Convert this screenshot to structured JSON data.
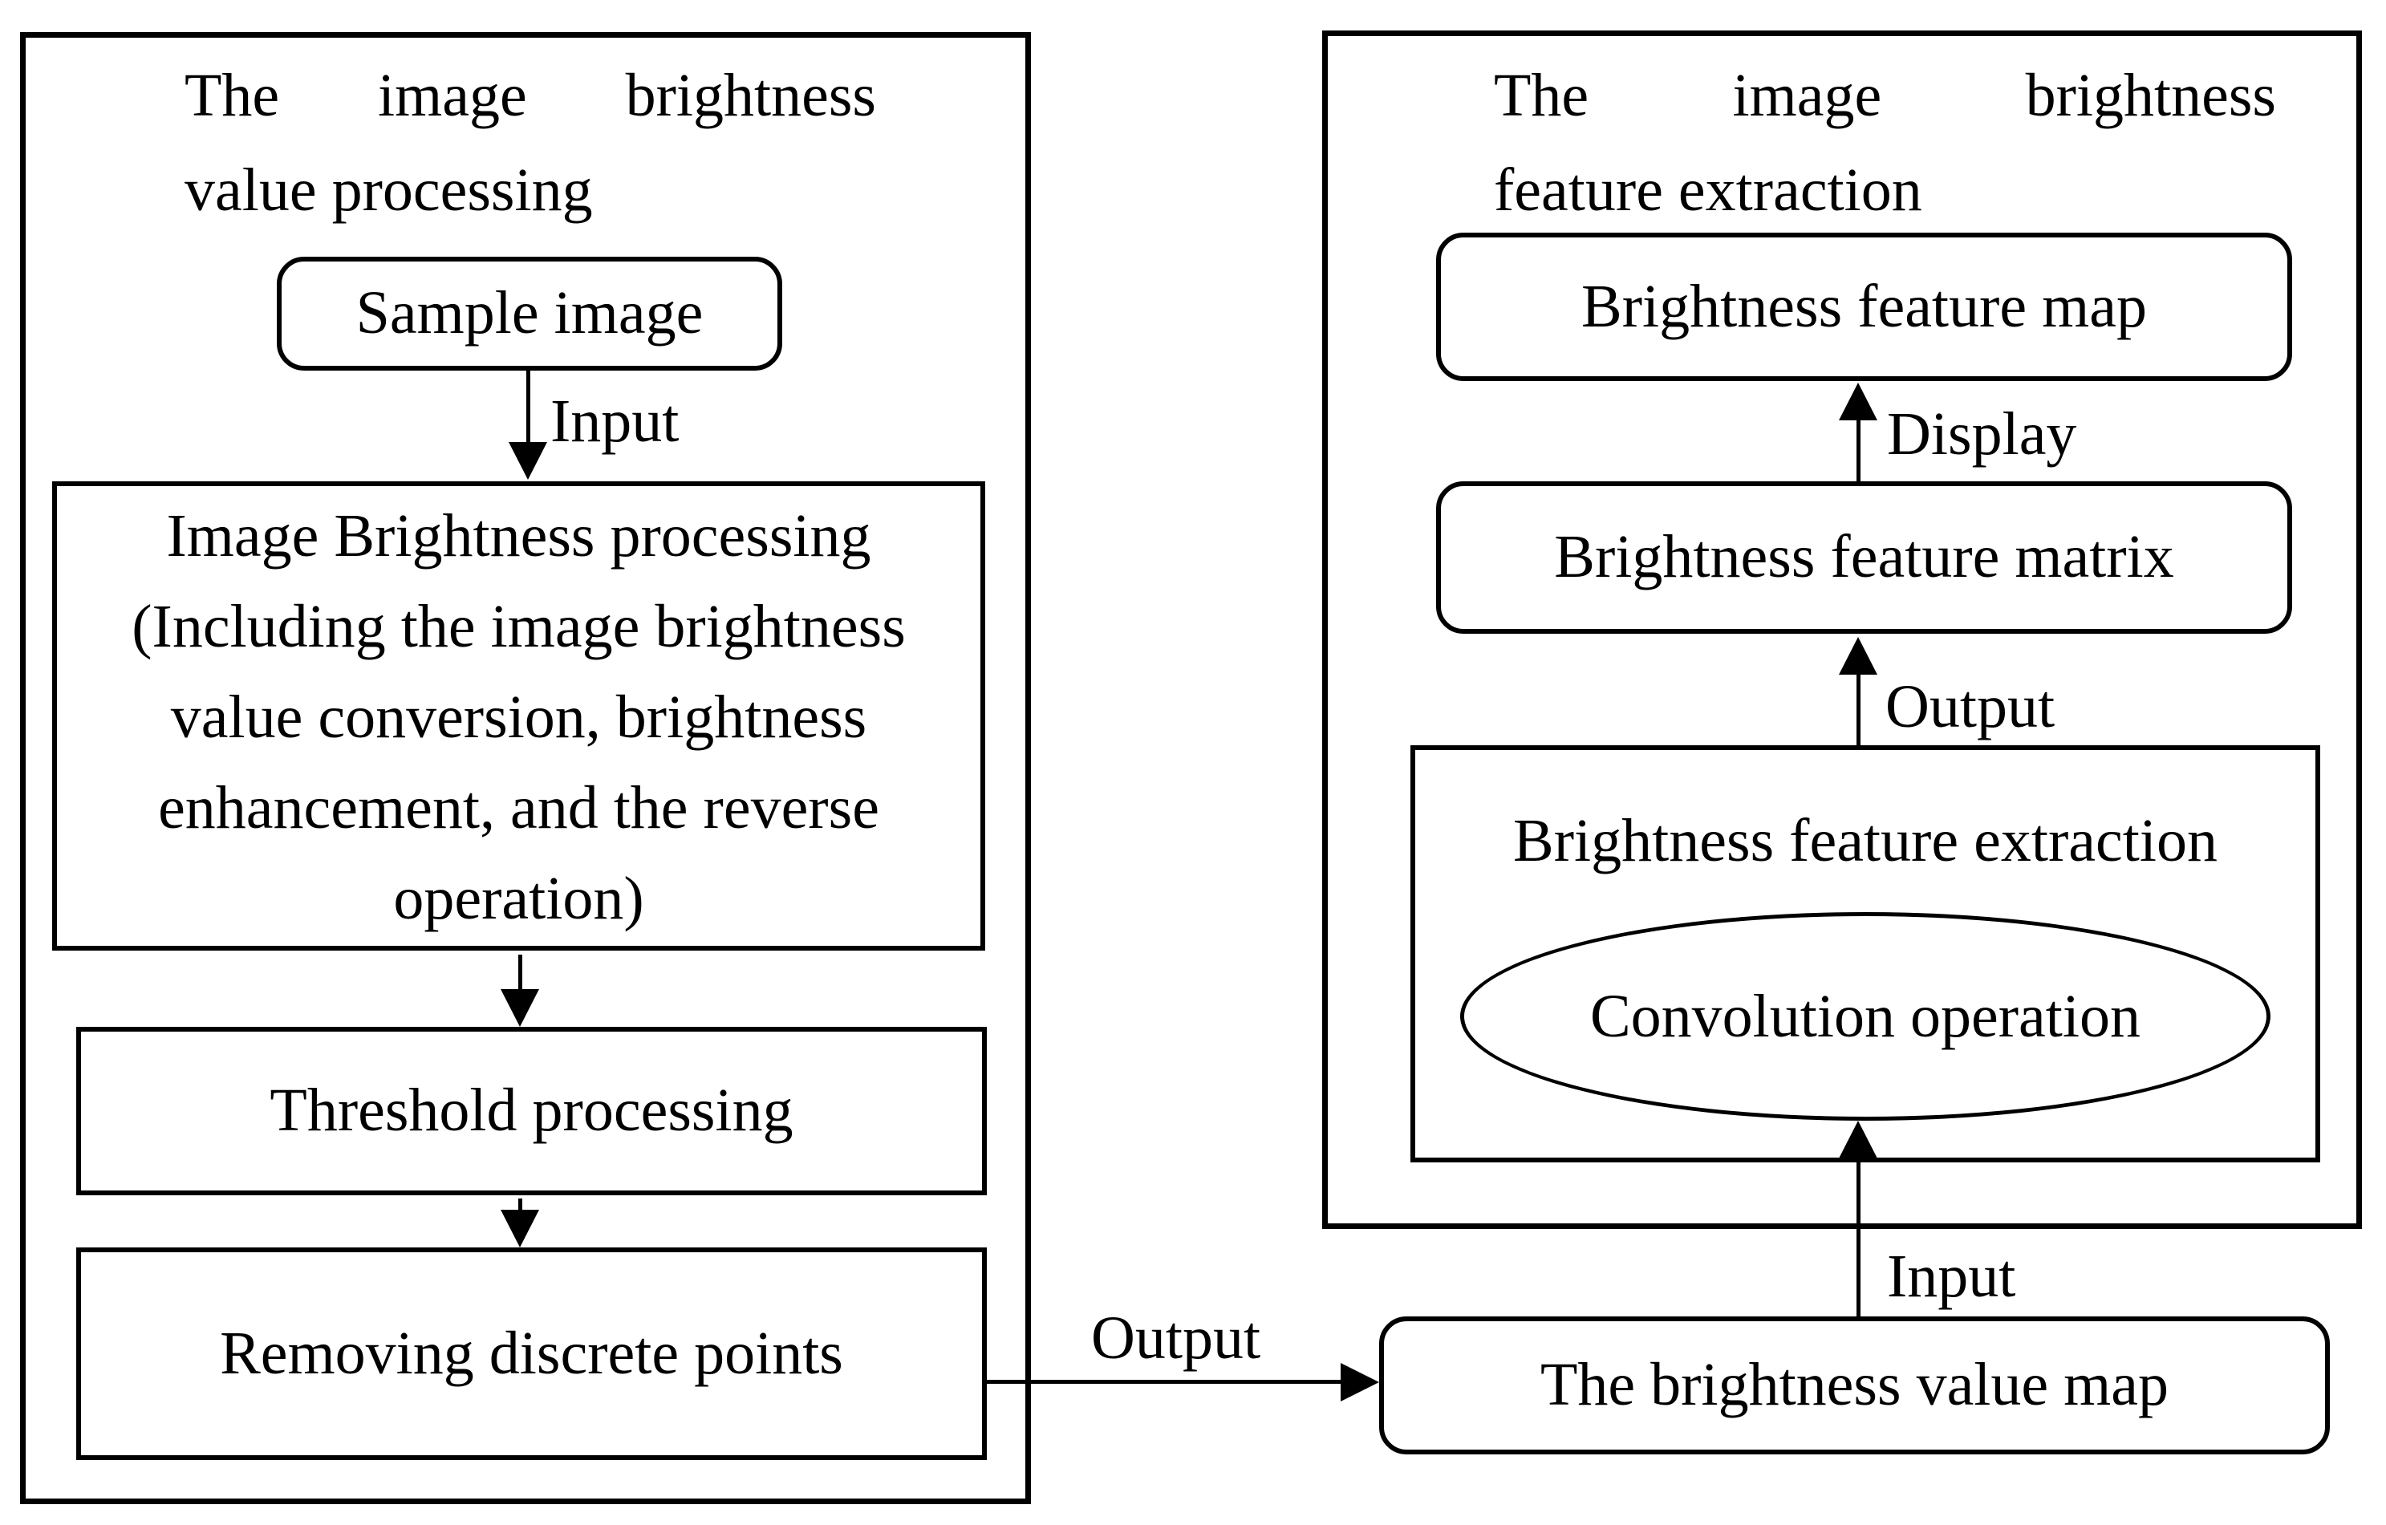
{
  "colors": {
    "line": "#000000",
    "background": "#ffffff",
    "text": "#000000"
  },
  "left_panel": {
    "title_line1": "The image brightness",
    "title_line2": "value processing",
    "sample_box_label": "Sample image",
    "input_label": "Input",
    "processing_box_lines": [
      "Image Brightness processing",
      "(Including the image brightness",
      "value conversion, brightness",
      "enhancement, and the reverse",
      "operation)"
    ],
    "threshold_box_label": "Threshold processing",
    "removing_box_label": "Removing discrete points"
  },
  "connector": {
    "output_label": "Output"
  },
  "right_panel": {
    "title_line1": "The image brightness",
    "title_line2": "feature extraction",
    "feature_map_box_label": "Brightness feature map",
    "display_label": "Display",
    "feature_matrix_box_label": "Brightness feature matrix",
    "output_label": "Output",
    "extraction_box_label": "Brightness feature extraction",
    "convolution_ellipse_label": "Convolution operation",
    "input_label": "Input",
    "value_map_box_label": "The brightness value map"
  }
}
